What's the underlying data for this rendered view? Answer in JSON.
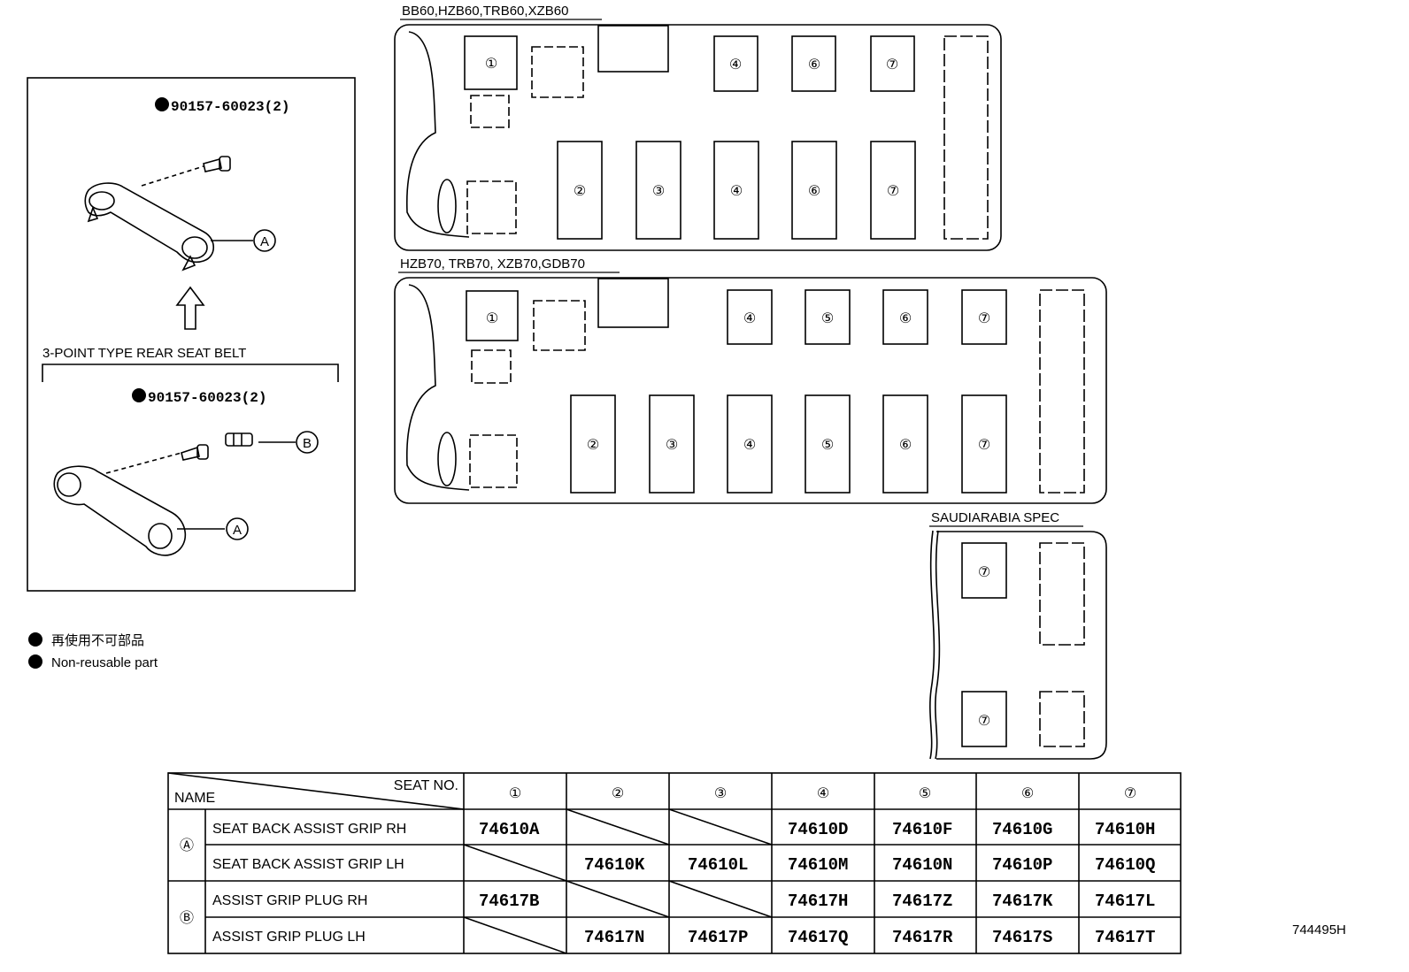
{
  "left_panel": {
    "part_no_upper": "90157-60023(2)",
    "part_no_lower": "90157-60023(2)",
    "callout_a": "A",
    "callout_b": "B",
    "seat_belt_label": "3-POINT TYPE REAR SEAT BELT"
  },
  "legend": {
    "jp": "再使用不可部品",
    "en": "Non-reusable part"
  },
  "layouts": {
    "layout1_title": "BB60,HZB60,TRB60,XZB60",
    "layout2_title": "HZB70, TRB70, XZB70,GDB70",
    "layout3_title": "SAUDIARABIA SPEC"
  },
  "seat_glyphs": [
    "①",
    "②",
    "③",
    "④",
    "⑤",
    "⑥",
    "⑦"
  ],
  "table": {
    "name_header": "NAME",
    "seat_header": "SEAT NO.",
    "seat_cols": [
      "①",
      "②",
      "③",
      "④",
      "⑤",
      "⑥",
      "⑦"
    ],
    "groups": [
      {
        "mark": "Ⓐ",
        "rows": [
          {
            "name": "SEAT BACK ASSIST GRIP RH",
            "codes": [
              "74610A",
              "",
              "",
              "74610D",
              "74610F",
              "74610G",
              "74610H"
            ]
          },
          {
            "name": "SEAT BACK ASSIST GRIP LH",
            "codes": [
              "",
              "74610K",
              "74610L",
              "74610M",
              "74610N",
              "74610P",
              "74610Q"
            ]
          }
        ]
      },
      {
        "mark": "Ⓑ",
        "rows": [
          {
            "name": "ASSIST GRIP PLUG RH",
            "codes": [
              "74617B",
              "",
              "",
              "74617H",
              "74617Z",
              "74617K",
              "74617L"
            ]
          },
          {
            "name": "ASSIST GRIP PLUG LH",
            "codes": [
              "",
              "74617N",
              "74617P",
              "74617Q",
              "74617R",
              "74617S",
              "74617T"
            ]
          }
        ]
      }
    ]
  },
  "figure_id": "744495H"
}
